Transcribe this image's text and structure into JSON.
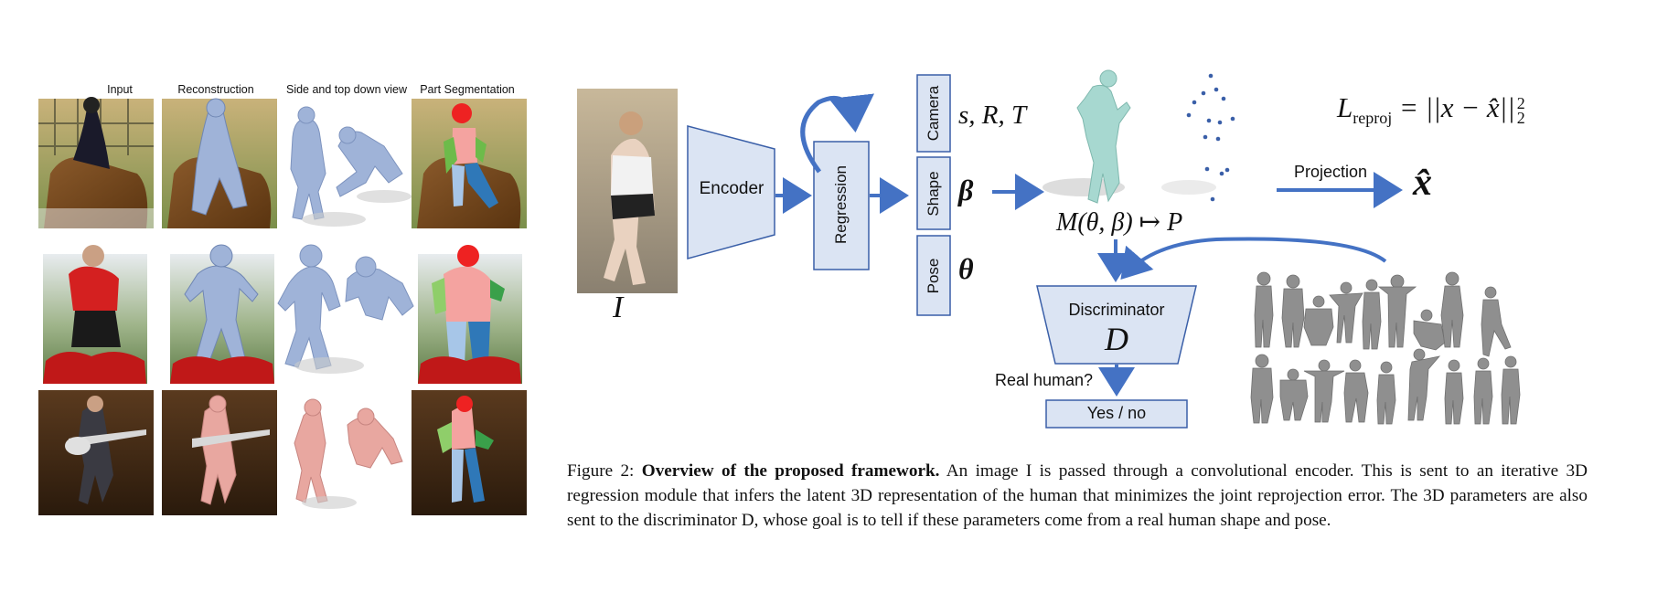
{
  "left_panel": {
    "headers": [
      "Input",
      "Reconstruction",
      "Side and top down view",
      "Part Segmentation"
    ]
  },
  "framework": {
    "image_label": "I",
    "encoder_label": "Encoder",
    "regression_label": "Regression",
    "param_boxes": [
      "Camera",
      "Shape",
      "Pose"
    ],
    "camera_params": "s, R, T",
    "shape_symbol": "β",
    "pose_symbol": "θ",
    "mesh_mapping": "M(θ, β) ↦ P",
    "projection_label": "Projection",
    "projection_output": "x̂",
    "loss_lhs": "L",
    "loss_sub": "reproj",
    "loss_rhs": "= ||x − x̂||",
    "loss_sup": "2",
    "loss_sub2": "2",
    "discriminator_label": "Discriminator",
    "discriminator_symbol": "D",
    "real_human_question": "Real human?",
    "yes_no_label": "Yes / no"
  },
  "caption": {
    "prefix": "Figure 2: ",
    "bold": "Overview of the proposed framework.",
    "text": " An image I is passed through a convolutional encoder.  This is sent to an iterative 3D regression module that infers the latent 3D representation of the human that minimizes the joint reprojection error.  The 3D parameters are also sent to the discriminator D, whose goal is to tell if these parameters come from a real human shape and pose."
  },
  "colors": {
    "accent_blue": "#4472c4",
    "box_fill": "#dbe4f3",
    "box_stroke": "#3a5fa8",
    "mesh_blue": "#9fb3d8",
    "mesh_pink": "#e8a7a0",
    "mesh_gray": "#8f8f8f",
    "mesh_cyan": "#a7d8d0"
  }
}
